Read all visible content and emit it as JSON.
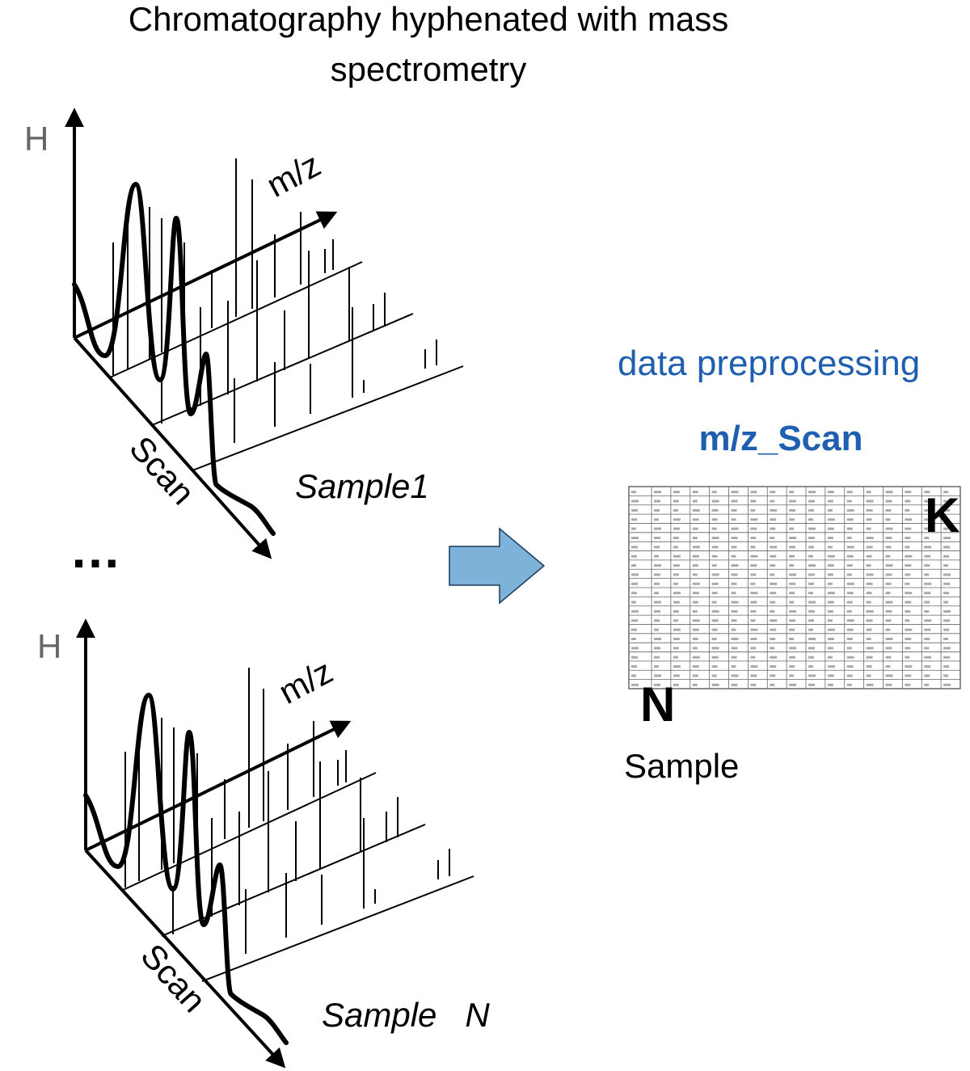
{
  "title": {
    "line1": "Chromatography hyphenated with mass",
    "line2": "spectrometry"
  },
  "panels": [
    {
      "height_label": "H",
      "mz_label": "m/z",
      "scan_label": "Scan",
      "sample_label": "Sample1"
    },
    {
      "height_label": "H",
      "mz_label": "m/z",
      "scan_label": "Scan",
      "sample_label": "Sample   N"
    }
  ],
  "ellipsis": "…",
  "process": {
    "label": "data preprocessing",
    "arrow_color": "#7fb2d8",
    "text_color": "#1f5fb0"
  },
  "matrix": {
    "column_label": "m/z_Scan",
    "row_label": "Sample",
    "corner_k": "K",
    "corner_n": "N",
    "rows": 22,
    "cols": 17
  }
}
